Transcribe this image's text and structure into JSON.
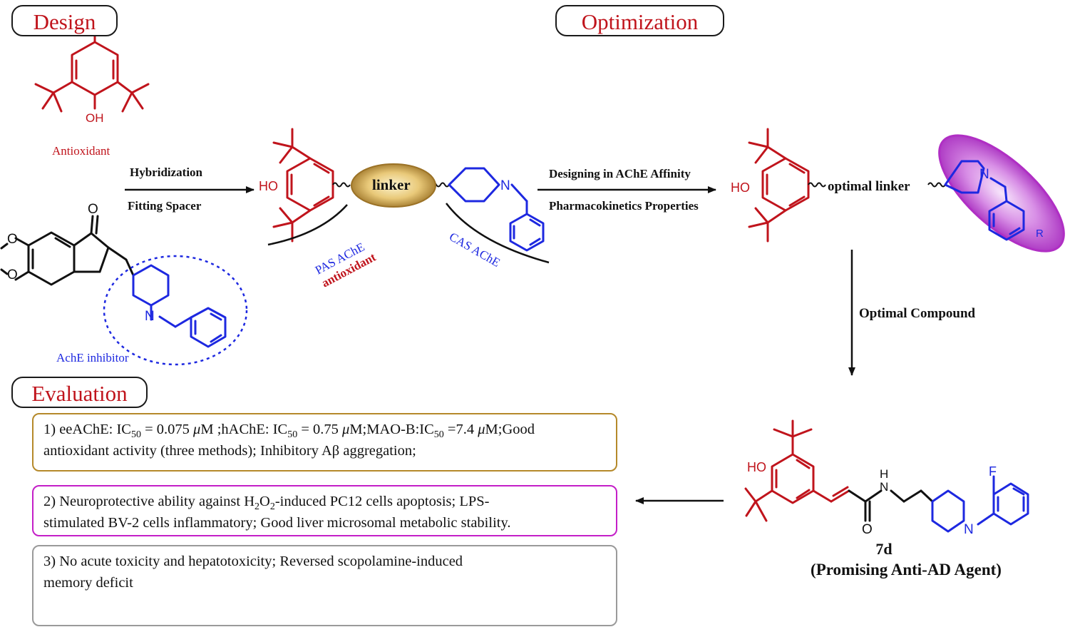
{
  "sections": {
    "design": "Design",
    "optimization": "Optimization",
    "evaluation": "Evaluation"
  },
  "labels": {
    "antioxidant": "Antioxidant",
    "ache_inhibitor": "AchE inhibitor",
    "hybridization": "Hybridization",
    "fitting_spacer": "Fitting Spacer",
    "linker": "linker",
    "pas_ache": "PAS AChE",
    "antioxidant_site": "antioxidant",
    "cas_ache": "CAS AChE",
    "designing_affinity": "Designing in AChE Affinity",
    "pk_properties": "Pharmacokinetics Properties",
    "optimal_linker": "optimal linker",
    "optimal_compound": "Optimal Compound",
    "compound_id": "7d",
    "compound_desc": "(Promising Anti-AD Agent)"
  },
  "atoms": {
    "oh": "OH",
    "ho": "HO",
    "o": "O",
    "n": "N",
    "h": "H",
    "f": "F",
    "r": "R"
  },
  "evaluation": {
    "item1_line1_a": "1) eeAChE: IC",
    "item1_sub50a": "50",
    "item1_line1_b": " = 0.075 ",
    "item1_mu_a": "μ",
    "item1_line1_c": "M ;hAChE: IC",
    "item1_sub50b": "50",
    "item1_line1_d": " = 0.75 ",
    "item1_mu_b": "μ",
    "item1_line1_e": "M;MAO-B:IC",
    "item1_sub50c": "50",
    "item1_line1_f": " =7.4  ",
    "item1_mu_c": "μ",
    "item1_line1_g": "M;Good",
    "item1_line2": "antioxidant activity (three methods); Inhibitory Aβ   aggregation;",
    "item2_line1_a": "2) Neuroprotective ability against H",
    "item2_sub2a": "2",
    "item2_line1_b": "O",
    "item2_sub2b": "2",
    "item2_line1_c": "-induced PC12 cells apoptosis; LPS-",
    "item2_line2": "stimulated BV-2 cells inflammatory; Good liver microsomal metabolic stability.",
    "item3_line1": "3) No acute toxicity and hepatotoxicity; Reversed scopolamine-induced",
    "item3_line2": "memory deficit"
  },
  "colors": {
    "red": "#c0141c",
    "blue": "#1d28e0",
    "box1_border": "#b5892a",
    "box2_border": "#c41fc8",
    "box3_border": "#9a9a9a",
    "purple_ellipse": "#b02fc4",
    "linker_ellipse": "#b08a3e"
  },
  "icons": [
    "well-plate-icon",
    "cell-dish-icon",
    "mouse-icon"
  ]
}
